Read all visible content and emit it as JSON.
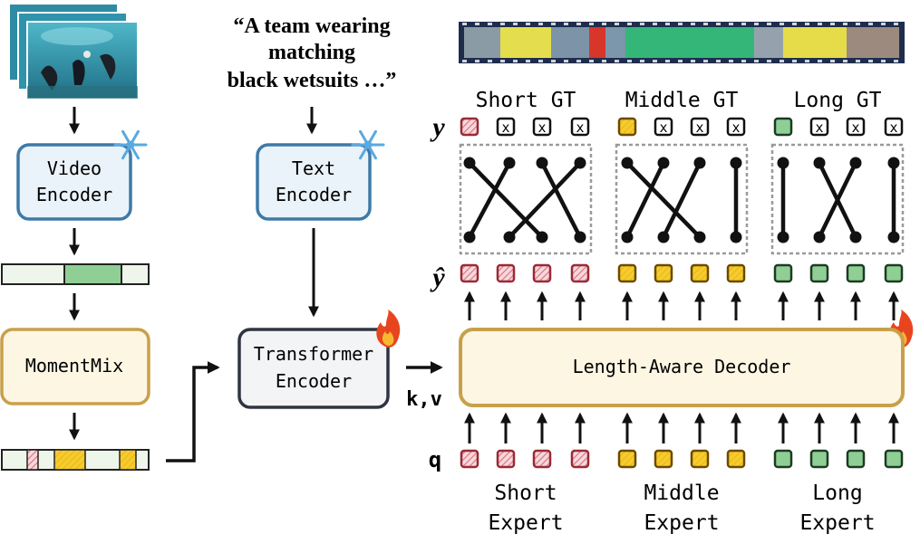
{
  "quote": {
    "line1": "“A team wearing",
    "line2": "matching",
    "line3": "black wetsuits …”"
  },
  "encoders": {
    "video": {
      "line1": "Video",
      "line2": "Encoder"
    },
    "text": {
      "line1": "Text",
      "line2": "Encoder"
    },
    "transformer": {
      "line1": "Transformer",
      "line2": "Encoder"
    }
  },
  "momentmix": {
    "label": "MomentMix"
  },
  "decoder": {
    "label": "Length-Aware Decoder"
  },
  "kv_label": "k,v",
  "q_label": "q",
  "y_label": "y",
  "yhat_label": "ŷ",
  "gt": {
    "short": "Short GT",
    "middle": "Middle GT",
    "long": "Long GT"
  },
  "experts": {
    "short": {
      "line1": "Short",
      "line2": "Expert"
    },
    "middle": {
      "line1": "Middle",
      "line2": "Expert"
    },
    "long": {
      "line1": "Long",
      "line2": "Expert"
    }
  },
  "gt_box_mark": "x",
  "icons": {
    "frozen": "snowflake-icon",
    "trainable": "fire-icon"
  },
  "colors": {
    "short": "#e8a0a8",
    "middle": "#f2c229",
    "long": "#8fcf95",
    "encoder_fill": "#eaf3fa",
    "encoder_border": "#3e7aa8",
    "gold_border": "#c9a04a",
    "gold_fill": "#fdf6e3",
    "transformer_border": "#2f3540"
  }
}
